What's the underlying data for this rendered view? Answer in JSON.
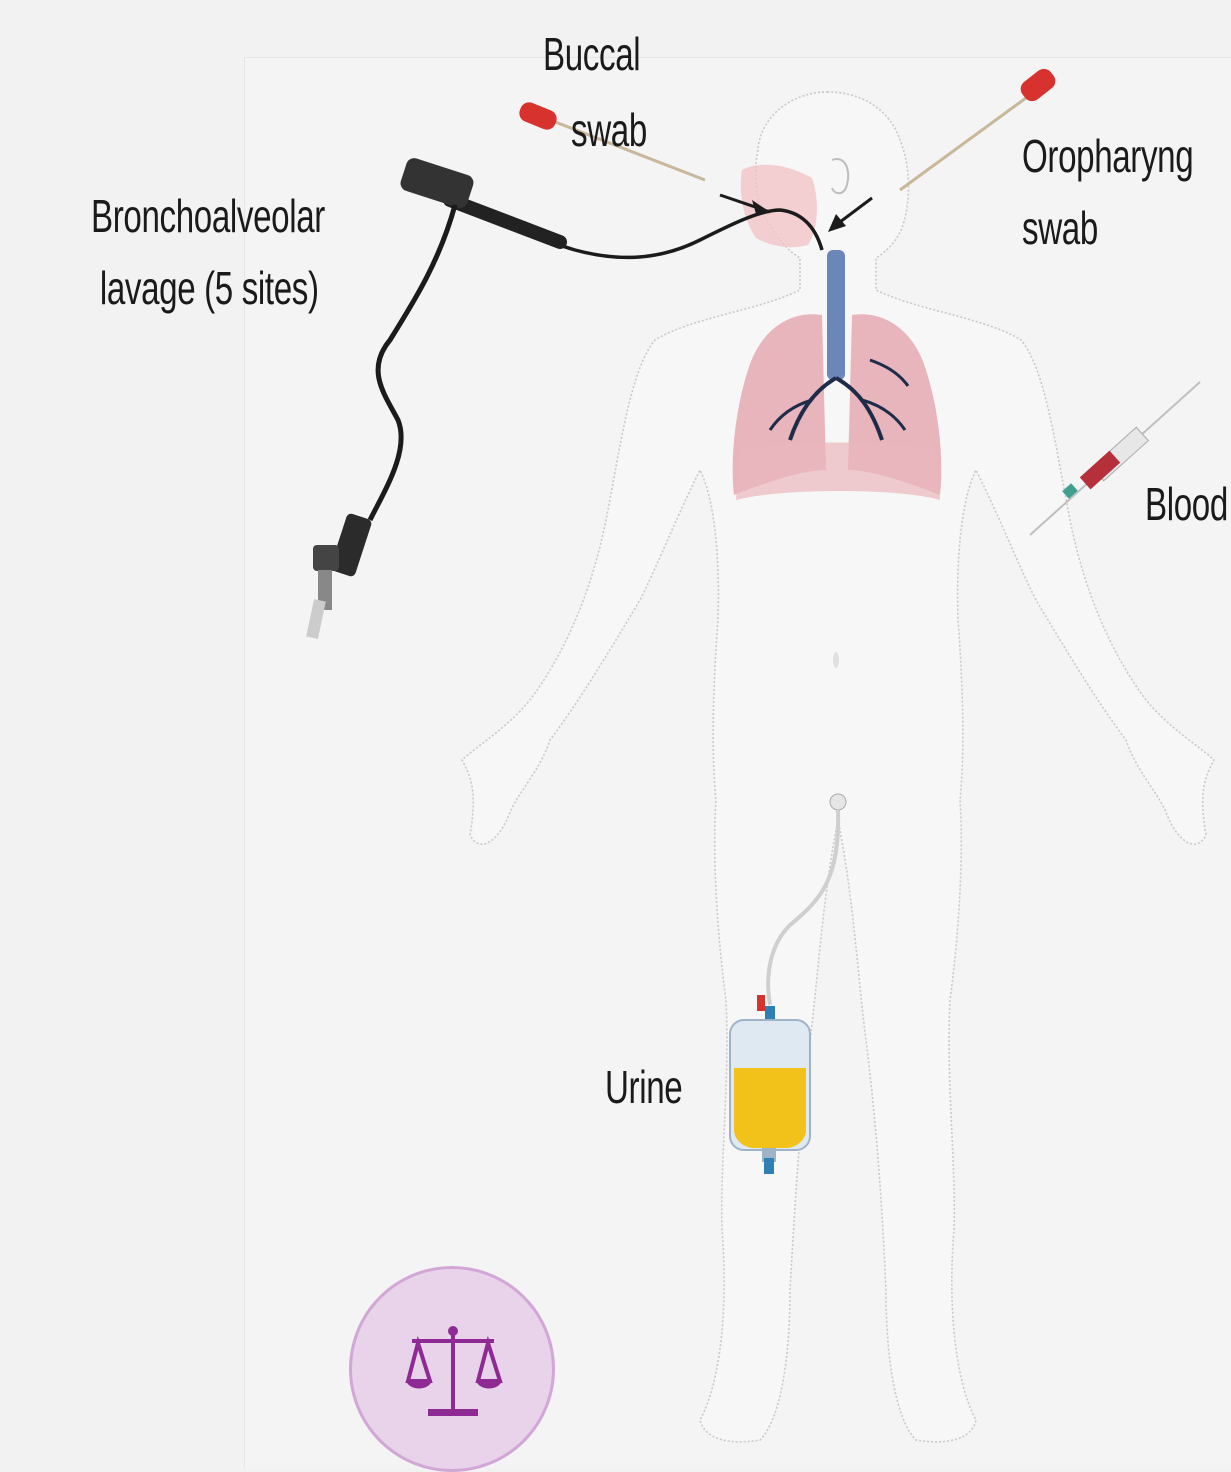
{
  "labels": {
    "bal_line1": "Bronchoalveolar",
    "bal_line2": " lavage (5 sites)",
    "buccal_line1": "Buccal",
    "buccal_line2": "swab",
    "oro_line1": "Oropharyng",
    "oro_line2": "swab",
    "blood": "Blood",
    "urine": "Urine"
  },
  "icons": {
    "badge": "balance-scale-icon"
  },
  "colors": {
    "background": "#f2f2f2",
    "body_fill": "#f7f7f7",
    "lung": "#e5a9b2",
    "airway": "#6b86b8",
    "swab_cap": "#d8322e",
    "urine": "#f2c21a",
    "badge_fill": "#e8d3ea",
    "badge_icon": "#8e2a93"
  }
}
